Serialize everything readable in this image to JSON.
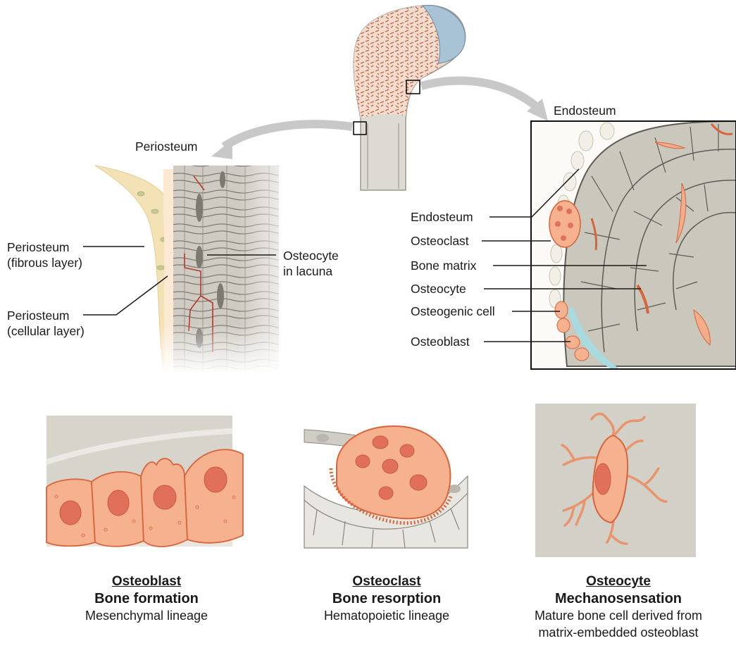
{
  "labels": {
    "periosteum_heading": "Periosteum",
    "endosteum_heading": "Endosteum",
    "periosteum_fibrous": [
      "Periosteum",
      "(fibrous layer)"
    ],
    "periosteum_cellular": [
      "Periosteum",
      "(cellular layer)"
    ],
    "osteocyte_in_lacuna": [
      "Osteocyte",
      "in lacuna"
    ],
    "endosteum": "Endosteum",
    "osteoclast": "Osteoclast",
    "bone_matrix": "Bone matrix",
    "osteocyte": "Osteocyte",
    "osteogenic_cell": "Osteogenic cell",
    "osteoblast": "Osteoblast"
  },
  "cards": [
    {
      "name": "Osteoblast",
      "role": "Bone formation",
      "lineage": [
        "Mesenchymal lineage"
      ]
    },
    {
      "name": "Osteoclast",
      "role": "Bone resorption",
      "lineage": [
        "Hematopoietic lineage"
      ]
    },
    {
      "name": "Osteocyte",
      "role": "Mechanosensation",
      "lineage": [
        "Mature bone cell derived from",
        "matrix-embedded osteoblast"
      ]
    }
  ],
  "colors": {
    "cell_fill": "#f6b18f",
    "cell_stroke": "#d8643a",
    "nucleus": "#e0705a",
    "bone_gray": "#cfcdc4",
    "cartilage_blue": "#a9c3d6",
    "leader_line": "#1a1a1a"
  }
}
